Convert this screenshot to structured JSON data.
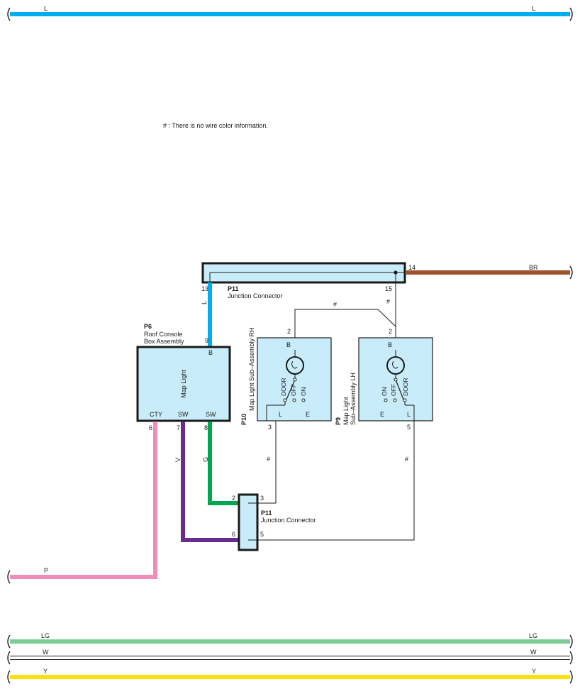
{
  "note": "# : There is no wire color information.",
  "colors": {
    "L": "#00aeef",
    "BR": "#a0522d",
    "P": "#f08cba",
    "LG": "#7fcb96",
    "W": "#ffffff",
    "Y": "#ffe100",
    "V": "#6a2c91",
    "G": "#00a651",
    "component_fill": "#c9ecfb",
    "outline": "#1a1a1a"
  },
  "bus_wires": {
    "L": {
      "left_label": "L",
      "right_label": "L"
    },
    "BR": {
      "right_label": "BR"
    },
    "P": {
      "left_label": "P"
    },
    "LG": {
      "left_label": "LG",
      "right_label": "LG"
    },
    "W": {
      "left_label": "W",
      "right_label": "W"
    },
    "Y": {
      "left_label": "Y",
      "right_label": "Y"
    }
  },
  "junction_top": {
    "code": "P11",
    "name": "Junction Connector",
    "pins": {
      "p13": "13",
      "p14": "14",
      "p15": "15"
    }
  },
  "junction_bottom": {
    "code": "P11",
    "name": "Junction Connector",
    "pins": {
      "p2": "2",
      "p3": "3",
      "p5": "5",
      "p6": "6"
    }
  },
  "p6": {
    "code": "P6",
    "name_line1": "Roof Console",
    "name_line2": "Box Assembly",
    "inner_label": "Map Light",
    "terminals": {
      "b": "B",
      "cty": "CTY",
      "sw7": "SW",
      "sw8": "SW"
    },
    "pins": {
      "p9": "9",
      "p6": "6",
      "p7": "7",
      "p8": "8"
    }
  },
  "p10": {
    "code": "P10",
    "name": "Map Light Sub–Assembly RH",
    "terminals": {
      "b": "B",
      "l": "L",
      "e": "E"
    },
    "pins": {
      "p2": "2",
      "p3": "3"
    },
    "switch": {
      "door": "DOOR",
      "off": "OFF",
      "on": "ON"
    }
  },
  "p9": {
    "code": "P9",
    "name_line1": "Map Light",
    "name_line2": "Sub–Assembly LH",
    "terminals": {
      "b": "B",
      "e": "E",
      "l": "L"
    },
    "pins": {
      "p2": "2",
      "p5": "5"
    },
    "switch": {
      "on": "ON",
      "off": "OFF",
      "door": "DOOR"
    }
  },
  "wire_labels": {
    "L": "L",
    "V": "V",
    "G": "G",
    "hash": "#"
  }
}
